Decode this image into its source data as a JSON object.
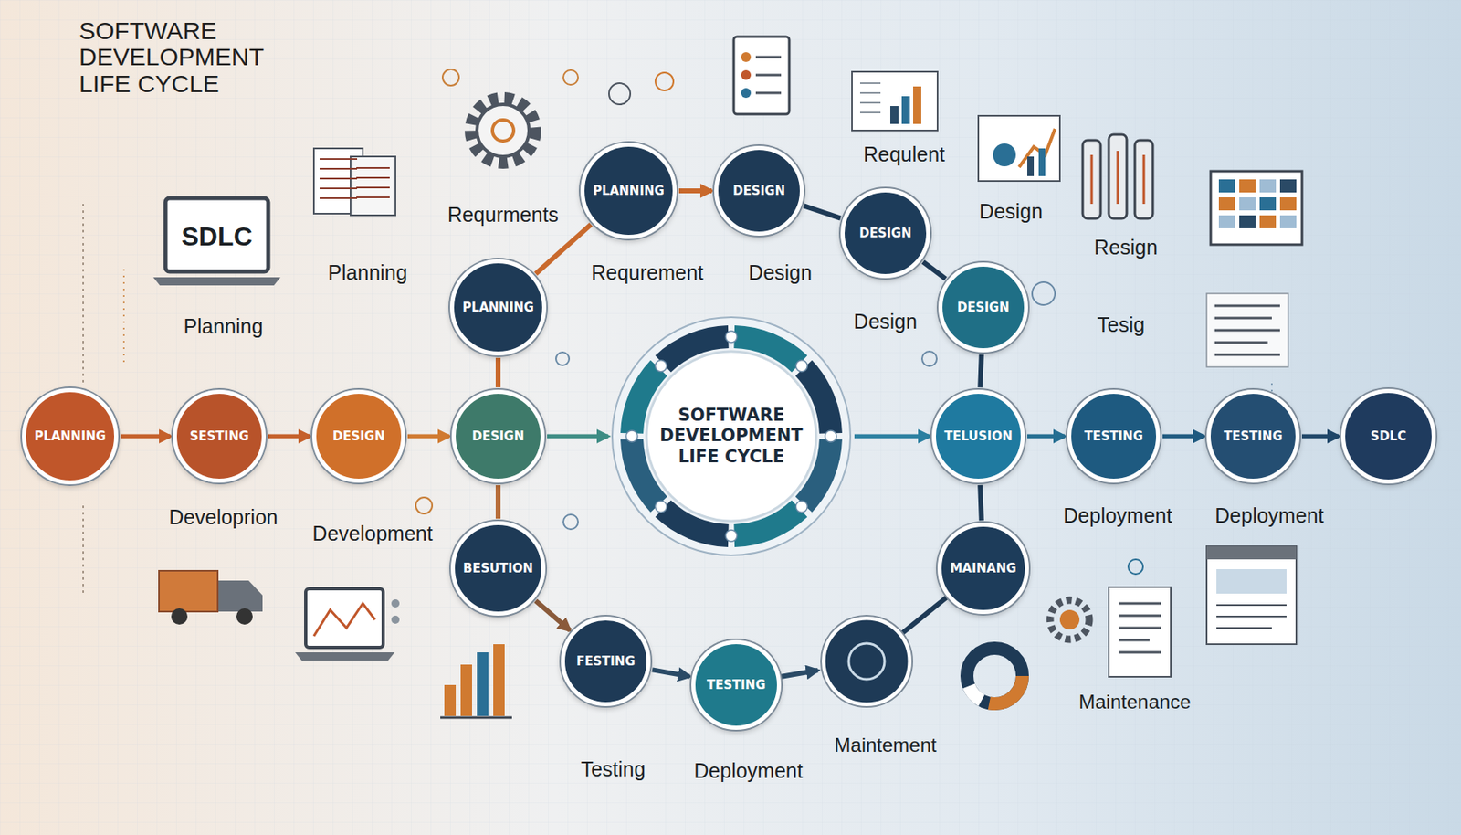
{
  "diagram": {
    "title": "SOFTWARE DEVELOPMENT LIFE CYCLE",
    "nodes": [
      {
        "text": [
          "PLANNING"
        ]
      },
      {
        "text": [
          "DESIGN"
        ]
      },
      {
        "text": [
          "DESIGN"
        ]
      },
      {
        "text": [
          "PLANNING"
        ]
      },
      {
        "text": [
          "DESIGN"
        ]
      },
      {
        "text": [
          "PLANNING"
        ]
      },
      {
        "text": [
          "SESTING"
        ]
      },
      {
        "text": [
          "DESIGN"
        ]
      },
      {
        "text": [
          "DESIGN"
        ]
      },
      {
        "text": [
          "SOFTWARE DEVELOPMENT LIFE CYCLE"
        ]
      },
      {
        "text": [
          "TELUSION"
        ]
      },
      {
        "text": [
          "TESTING"
        ]
      },
      {
        "text": [
          "TESTING"
        ]
      },
      {
        "text": [
          "SDLC"
        ]
      },
      {
        "text": [
          "BESUTION"
        ]
      },
      {
        "text": [
          "MAINANG"
        ]
      },
      {
        "text": [
          "FESTING"
        ]
      },
      {
        "text": [
          "TESTING"
        ]
      }
    ],
    "edges": [
      {
        "from": 5,
        "to": 6,
        "arrow": "to"
      },
      {
        "from": 6,
        "to": 7,
        "arrow": "to"
      },
      {
        "from": 7,
        "to": 8,
        "arrow": "to"
      },
      {
        "from": 8,
        "to": 9,
        "arrow": "to"
      },
      {
        "from": 9,
        "to": 10,
        "arrow": "to"
      },
      {
        "from": 10,
        "to": 11,
        "arrow": "to"
      },
      {
        "from": 11,
        "to": 12,
        "arrow": "to"
      },
      {
        "from": 12,
        "to": 13,
        "arrow": "to"
      },
      {
        "from": 0,
        "to": 1,
        "arrow": "to"
      },
      {
        "from": 3,
        "to": 0,
        "arrow": "none"
      },
      {
        "from": 1,
        "to": 2,
        "arrow": "none"
      },
      {
        "from": 2,
        "to": 4,
        "arrow": "none"
      },
      {
        "from": 4,
        "to": 10,
        "arrow": "none"
      },
      {
        "from": 10,
        "to": 15,
        "arrow": "none"
      },
      {
        "from": 3,
        "to": 8,
        "arrow": "none"
      },
      {
        "from": 8,
        "to": 14,
        "arrow": "none"
      },
      {
        "from": 14,
        "to": 16,
        "arrow": "to"
      },
      {
        "from": 16,
        "to": 17,
        "arrow": "to"
      }
    ],
    "labels": [
      "Requlent",
      "Requrments",
      "SDLC",
      "Design",
      "Resign",
      "Planning",
      "Requrement",
      "Design",
      "Design",
      "Tesig",
      "Planning",
      "Deployment",
      "Deployment",
      "Developrion",
      "Development",
      "Maintenance",
      "Maintement",
      "Testing",
      "Deployment"
    ]
  }
}
